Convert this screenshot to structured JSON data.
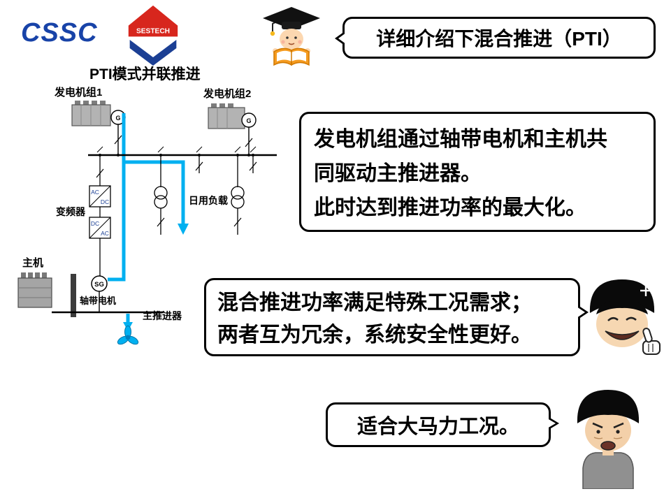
{
  "logos": {
    "cssc": "CSSC",
    "sestech": "SESTECH"
  },
  "bubbles": {
    "intro": {
      "text": "详细介绍下混合推进（PTI）"
    },
    "main": {
      "lines": [
        "发电机组通过轴带电机和主机共",
        "同驱动主推进器。",
        "此时达到推进功率的最大化。"
      ]
    },
    "hybrid": {
      "lines": [
        "混合推进功率满足特殊工况需求；",
        "两者互为冗余，系统安全性更好。"
      ]
    },
    "fit": {
      "text": "适合大马力工况。"
    }
  },
  "diagram": {
    "title": "PTI模式并联推进",
    "genset1": "发电机组1",
    "genset2": "发电机组2",
    "generator": "G",
    "converter": "变频器",
    "conv_ac": "AC",
    "conv_dc": "DC",
    "daily_load": "日用负载",
    "main_engine": "主机",
    "shaft_generator": "SG",
    "shaft_motor": "轴带电机",
    "propeller": "主推进器"
  },
  "colors": {
    "flow": "#00b0f0",
    "cssc_blue": "#1843a8",
    "sestech_red": "#d7261d",
    "sestech_blue": "#1b3f94"
  }
}
